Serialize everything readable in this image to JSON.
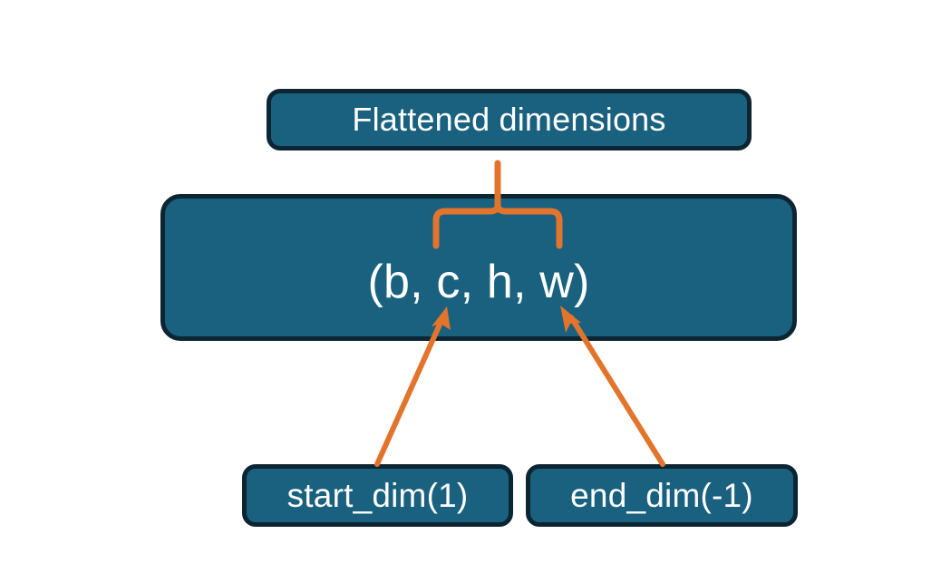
{
  "diagram": {
    "title_node": {
      "label": "Flattened dimensions",
      "name": "flattened-dimensions-node"
    },
    "shape_node": {
      "label": "(b, c, h, w)",
      "name": "tensor-shape-node"
    },
    "argument_nodes": [
      {
        "label": "start_dim(1)",
        "name": "start-dim-node"
      },
      {
        "label": "end_dim(-1)",
        "name": "end-dim-node"
      }
    ],
    "connectors": [
      {
        "name": "brace-connector",
        "from": "tensor-shape-node",
        "to": "flattened-dimensions-node",
        "style": "curly-brace"
      },
      {
        "name": "start-dim-arrow",
        "from": "start-dim-node",
        "to": "tensor-shape-node",
        "style": "arrow"
      },
      {
        "name": "end-dim-arrow",
        "from": "end-dim-node",
        "to": "tensor-shape-node",
        "style": "arrow"
      }
    ],
    "colors": {
      "node_fill": "#19617f",
      "node_border": "#0c2533",
      "node_text": "#ffffff",
      "connector": "#e2742c",
      "background": "#ffffff"
    }
  }
}
